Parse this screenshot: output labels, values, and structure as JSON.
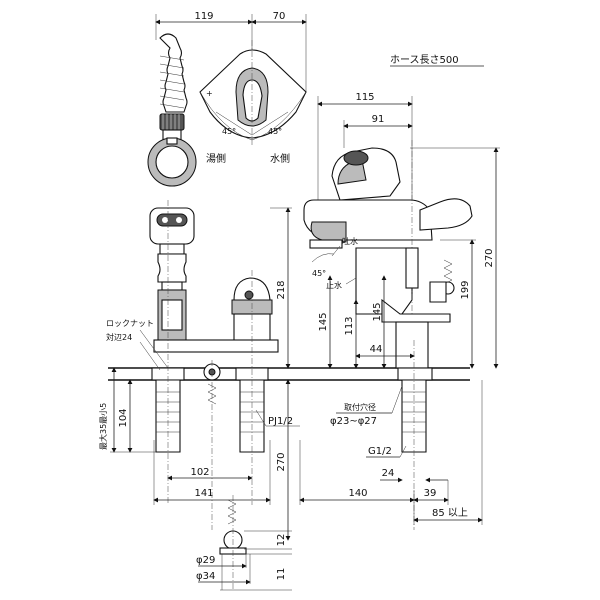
{
  "labels": {
    "hose_length": "ホース長さ500",
    "hot_side": "湯側",
    "cold_side": "水側",
    "spout_water": "吐水",
    "stop_water": "止水",
    "lock_nut": "ロックナット",
    "lock_nut_size": "対辺24",
    "max_thickness": "最大35最小5",
    "mount_hole": "取付穴径",
    "mount_hole_range": "φ23~φ27",
    "pj": "PJ1/2",
    "g": "G1/2",
    "angle_left": "45°",
    "angle_right": "45°",
    "angle_lever": "45°",
    "min_85": "85 以上"
  },
  "dims": {
    "d119": "119",
    "d70": "70",
    "d115": "115",
    "d91": "91",
    "d218": "218",
    "d145a": "145",
    "d113": "113",
    "d145b": "145",
    "d199": "199",
    "d270a": "270",
    "d44": "44",
    "d104": "104",
    "d270b": "270",
    "d102": "102",
    "d141": "141",
    "d140": "140",
    "d39": "39",
    "d24": "24",
    "d12": "12",
    "d11": "11",
    "d29": "φ29",
    "d34": "φ34"
  }
}
